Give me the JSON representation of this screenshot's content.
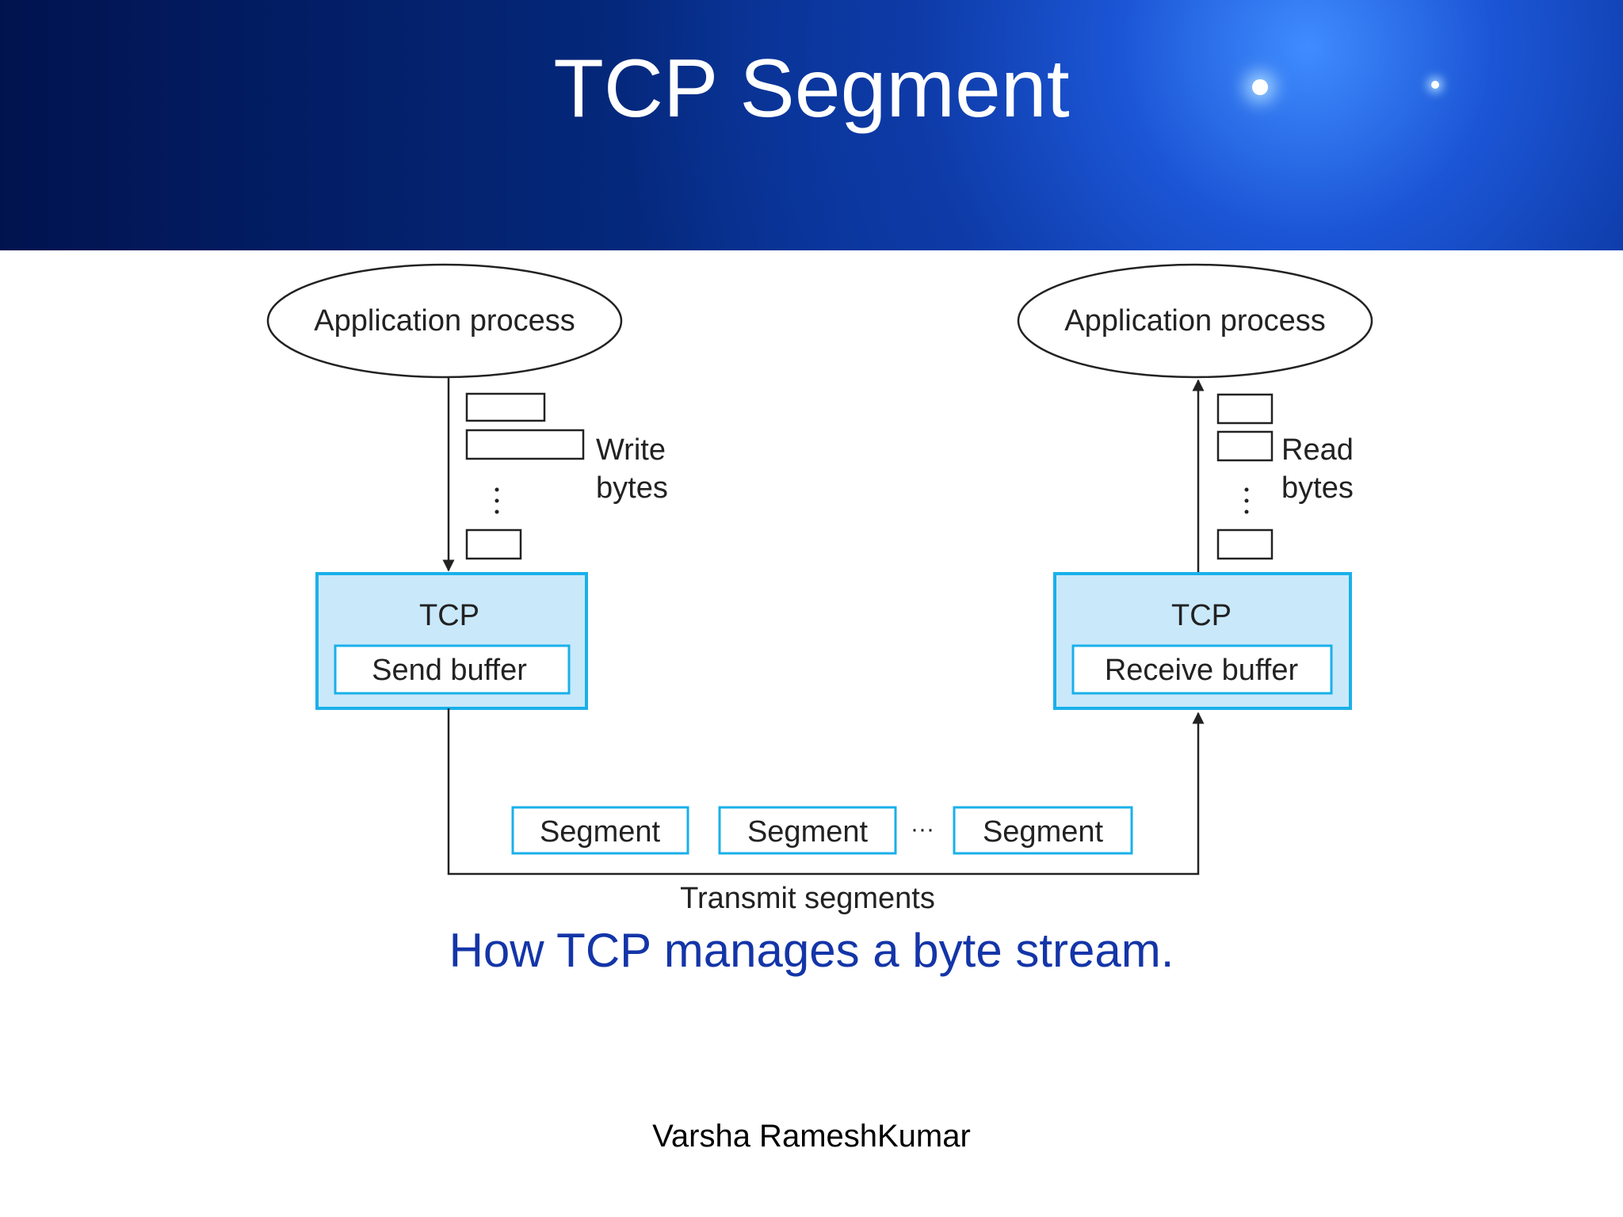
{
  "slide": {
    "title": "TCP Segment",
    "caption": "How TCP manages a byte stream.",
    "footer": "Varsha RameshKumar"
  },
  "diagram": {
    "sender": {
      "process_label": "Application process",
      "action_line1": "Write",
      "action_line2": "bytes",
      "tcp_label": "TCP",
      "buffer_label": "Send buffer"
    },
    "receiver": {
      "process_label": "Application process",
      "action_line1": "Read",
      "action_line2": "bytes",
      "tcp_label": "TCP",
      "buffer_label": "Receive buffer"
    },
    "segments": [
      "Segment",
      "Segment",
      "Segment"
    ],
    "ellipsis": "···",
    "transmit_label": "Transmit segments"
  },
  "colors": {
    "tcp_box_fill": "#c9e9fa",
    "tcp_box_border": "#1ab0ea",
    "caption": "#1435a8"
  }
}
